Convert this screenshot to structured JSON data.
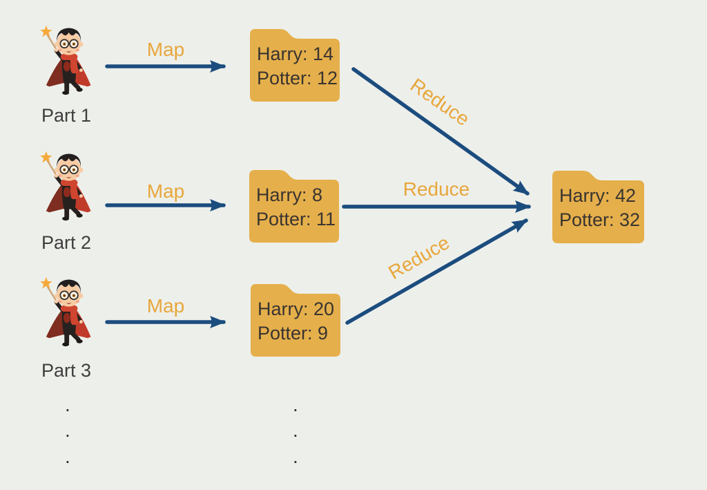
{
  "diagram": {
    "title_semantic": "MapReduce word-count example",
    "colors": {
      "background": "#EDEFEA",
      "arrow_blue": "#1B4C7E",
      "label_gold": "#E8A63C",
      "folder_gold": "#E5AF4B",
      "text_dark": "#3E3E3E"
    },
    "rows": [
      {
        "part_label": "Part 1",
        "map_label": "Map",
        "reduce_label": "Reduce",
        "folder": {
          "line1": "Harry: 14",
          "line2": "Potter: 12"
        }
      },
      {
        "part_label": "Part 2",
        "map_label": "Map",
        "reduce_label": "Reduce",
        "folder": {
          "line1": "Harry: 8",
          "line2": "Potter: 11"
        }
      },
      {
        "part_label": "Part 3",
        "map_label": "Map",
        "reduce_label": "Reduce",
        "folder": {
          "line1": "Harry: 20",
          "line2": "Potter: 9"
        }
      }
    ],
    "result_folder": {
      "line1": "Harry: 42",
      "line2": "Potter: 32"
    },
    "ellipsis": {
      "left": [
        ".",
        ".",
        "."
      ],
      "middle": [
        ".",
        ".",
        "."
      ]
    }
  }
}
